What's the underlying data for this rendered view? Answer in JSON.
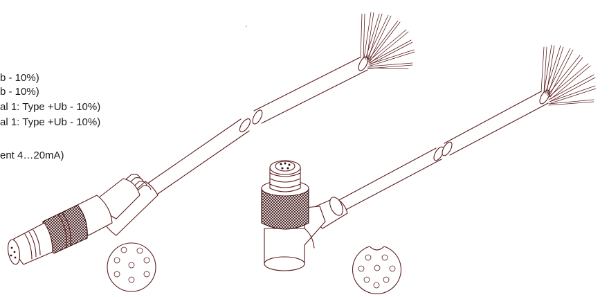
{
  "legend": {
    "lines": [
      "b - 10%)",
      "b - 10%)",
      "al 1: Type +Ub - 10%)",
      "al 1: Type +Ub - 10%)",
      "",
      "ent 4…20mA)"
    ]
  },
  "colors": {
    "outline": "#5a1c1c",
    "background": "#ffffff",
    "text": "#1a1a1a"
  },
  "illustrations": {
    "left": "straight-connector-cable",
    "right": "angled-connector-cable",
    "pinouts": [
      "8-pin-face-straight",
      "8-pin-face-angled"
    ]
  }
}
